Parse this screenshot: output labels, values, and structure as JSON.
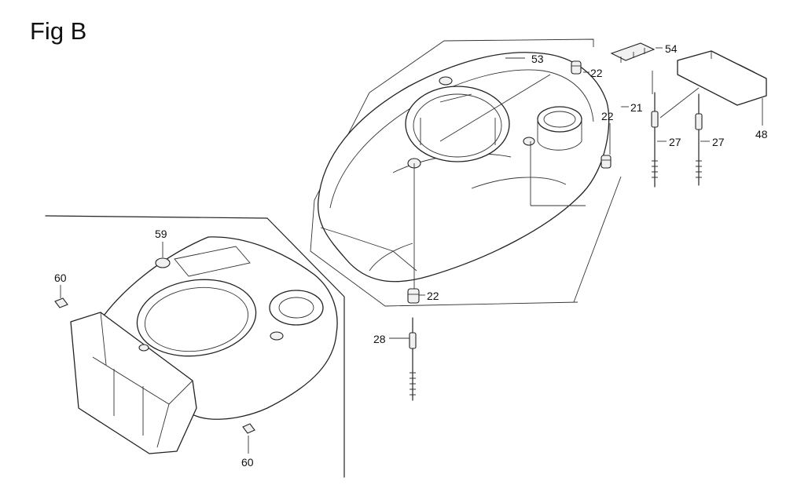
{
  "figure": {
    "title": "Fig B"
  },
  "callouts": {
    "c53": "53",
    "c54": "54",
    "c22a": "22",
    "c21": "21",
    "c22b": "22",
    "c27a": "27",
    "c27b": "27",
    "c48": "48",
    "c22c": "22",
    "c28": "28",
    "c59": "59",
    "c60a": "60",
    "c60b": "60"
  }
}
